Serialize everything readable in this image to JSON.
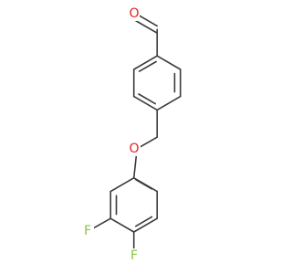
{
  "molecule": {
    "atoms": {
      "aldehyde_oxygen": {
        "symbol": "O",
        "color": "#e2231a"
      },
      "ether_oxygen": {
        "symbol": "O",
        "color": "#e2231a"
      },
      "fluorine_3": {
        "symbol": "F",
        "color": "#8bc34a"
      },
      "fluorine_4": {
        "symbol": "F",
        "color": "#8bc34a"
      }
    },
    "bond_color": "#3b3b3b"
  }
}
